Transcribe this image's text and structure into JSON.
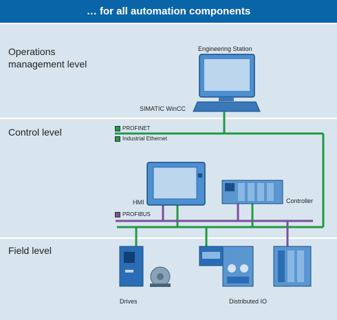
{
  "header": {
    "title": "… for all automation components"
  },
  "levels": {
    "operations_line1": "Operations",
    "operations_line2": "management level",
    "control": "Control level",
    "field": "Field level"
  },
  "legend": {
    "profinet": "PROFINET",
    "industrial_ethernet": "Industrial Ethernet",
    "profibus": "PROFIBUS"
  },
  "devices": {
    "engineering_station": "Engineering Station",
    "wincc": "SIMATIC WinCC",
    "hmi": "HMI",
    "controller": "Controller",
    "drives": "Drives",
    "distributed_io": "Distributed IO"
  },
  "colors": {
    "header_bg": "#0a64a8",
    "band_bg": "#d9e5ee",
    "ethernet": "#1f9a45",
    "profibus": "#7a4f9e",
    "device_blue": "#2a6db5"
  }
}
